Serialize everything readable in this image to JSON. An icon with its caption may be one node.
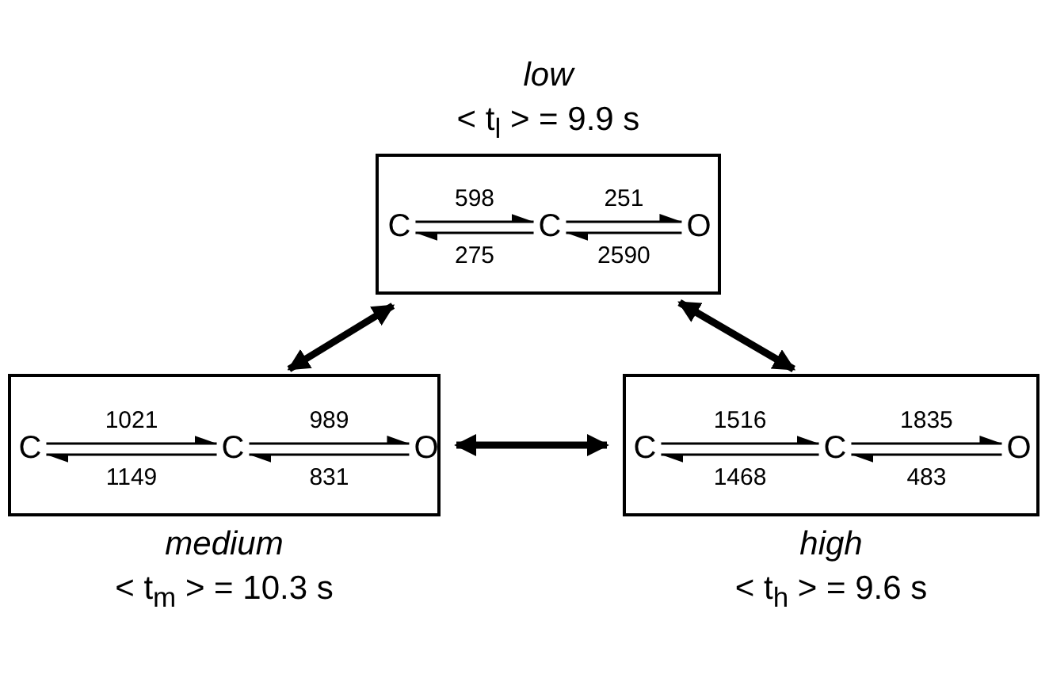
{
  "diagram": {
    "nodes": [
      {
        "text": [
          "low",
          "< t$_{l}$ > = 9.9 s"
        ]
      },
      {
        "text": [
          "C"
        ],
        "in": 0
      },
      {
        "text": [
          "C"
        ],
        "in": 0
      },
      {
        "text": [
          "O"
        ],
        "in": 0
      },
      {
        "text": [
          "medium",
          "< t$_{m}$ > = 10.3 s"
        ]
      },
      {
        "text": [
          "C"
        ],
        "in": 4
      },
      {
        "text": [
          "C"
        ],
        "in": 4
      },
      {
        "text": [
          "O"
        ],
        "in": 4
      },
      {
        "text": [
          "high",
          "< t$_{h}$ > = 9.6 s"
        ]
      },
      {
        "text": [
          "C"
        ],
        "in": 8
      },
      {
        "text": [
          "C"
        ],
        "in": 8
      },
      {
        "text": [
          "O"
        ],
        "in": 8
      }
    ],
    "edges": [
      {
        "from": 1,
        "to": 2,
        "arrow": "to",
        "label": "598"
      },
      {
        "from": 2,
        "to": 1,
        "arrow": "to",
        "label": "275"
      },
      {
        "from": 2,
        "to": 3,
        "arrow": "to",
        "label": "251"
      },
      {
        "from": 3,
        "to": 2,
        "arrow": "to",
        "label": "2590"
      },
      {
        "from": 5,
        "to": 6,
        "arrow": "to",
        "label": "1021"
      },
      {
        "from": 6,
        "to": 5,
        "arrow": "to",
        "label": "1149"
      },
      {
        "from": 6,
        "to": 7,
        "arrow": "to",
        "label": "989"
      },
      {
        "from": 7,
        "to": 6,
        "arrow": "to",
        "label": "831"
      },
      {
        "from": 9,
        "to": 10,
        "arrow": "to",
        "label": "1516"
      },
      {
        "from": 10,
        "to": 9,
        "arrow": "to",
        "label": "1468"
      },
      {
        "from": 10,
        "to": 11,
        "arrow": "to",
        "label": "1835"
      },
      {
        "from": 11,
        "to": 10,
        "arrow": "to",
        "label": "483"
      },
      {
        "from": 0,
        "to": 4,
        "arrow": "both",
        "style": "thick"
      },
      {
        "from": 0,
        "to": 8,
        "arrow": "both",
        "style": "thick"
      },
      {
        "from": 4,
        "to": 8,
        "arrow": "both",
        "style": "thick"
      }
    ]
  }
}
